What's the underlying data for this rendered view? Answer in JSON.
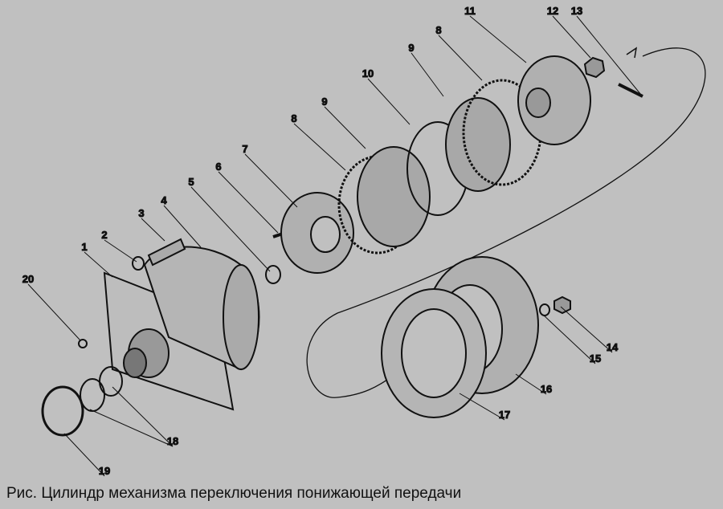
{
  "caption": "Рис. Цилиндр механизма переключения понижающей передачи",
  "callouts": [
    {
      "text": "1"
    },
    {
      "text": "2"
    },
    {
      "text": "3"
    },
    {
      "text": "4"
    },
    {
      "text": "5"
    },
    {
      "text": "6"
    },
    {
      "text": "7"
    },
    {
      "text": "8"
    },
    {
      "text": "9"
    },
    {
      "text": "10"
    },
    {
      "text": "9"
    },
    {
      "text": "8"
    },
    {
      "text": "11"
    },
    {
      "text": "12"
    },
    {
      "text": "13"
    },
    {
      "text": "14"
    },
    {
      "text": "15"
    },
    {
      "text": "16"
    },
    {
      "text": "17"
    },
    {
      "text": "18"
    },
    {
      "text": "19"
    },
    {
      "text": "20"
    }
  ]
}
